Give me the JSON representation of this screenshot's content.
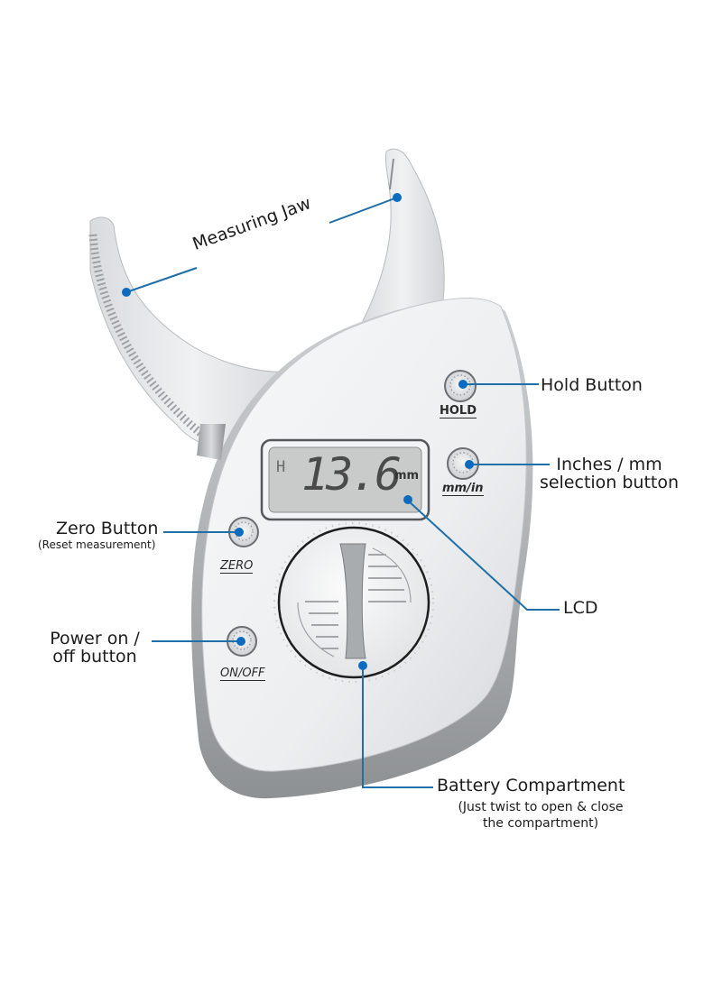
{
  "colors": {
    "callout_line": "#1f6fa8",
    "callout_dot": "#0b6cbf",
    "device_body": "#eef0f2",
    "device_shadow": "#b9bcc0",
    "lcd_background": "#c9cbcb",
    "lcd_digits": "#4a4a4a",
    "background": "#ffffff"
  },
  "device": {
    "lcd": {
      "hold_indicator": "H",
      "reading": "13.6",
      "unit": "mm"
    },
    "buttons": [
      {
        "id": "hold",
        "caption": "HOLD"
      },
      {
        "id": "mm-in",
        "caption": "mm/in"
      },
      {
        "id": "zero",
        "caption": "ZERO"
      },
      {
        "id": "on-off",
        "caption": "ON/OFF"
      }
    ]
  },
  "callouts": {
    "measuring_jaw": {
      "label": "Measuring Jaw"
    },
    "hold_button": {
      "label": "Hold Button"
    },
    "units_button": {
      "label_line1": "Inches / mm",
      "label_line2": "selection button"
    },
    "zero_button": {
      "label": "Zero Button",
      "sublabel": "(Reset measurement)"
    },
    "power_button": {
      "label_line1": "Power on /",
      "label_line2": "off button"
    },
    "lcd": {
      "label": "LCD"
    },
    "battery": {
      "label": "Battery Compartment",
      "sublabel_line1": "(Just twist to open & close",
      "sublabel_line2": "the compartment)"
    }
  }
}
